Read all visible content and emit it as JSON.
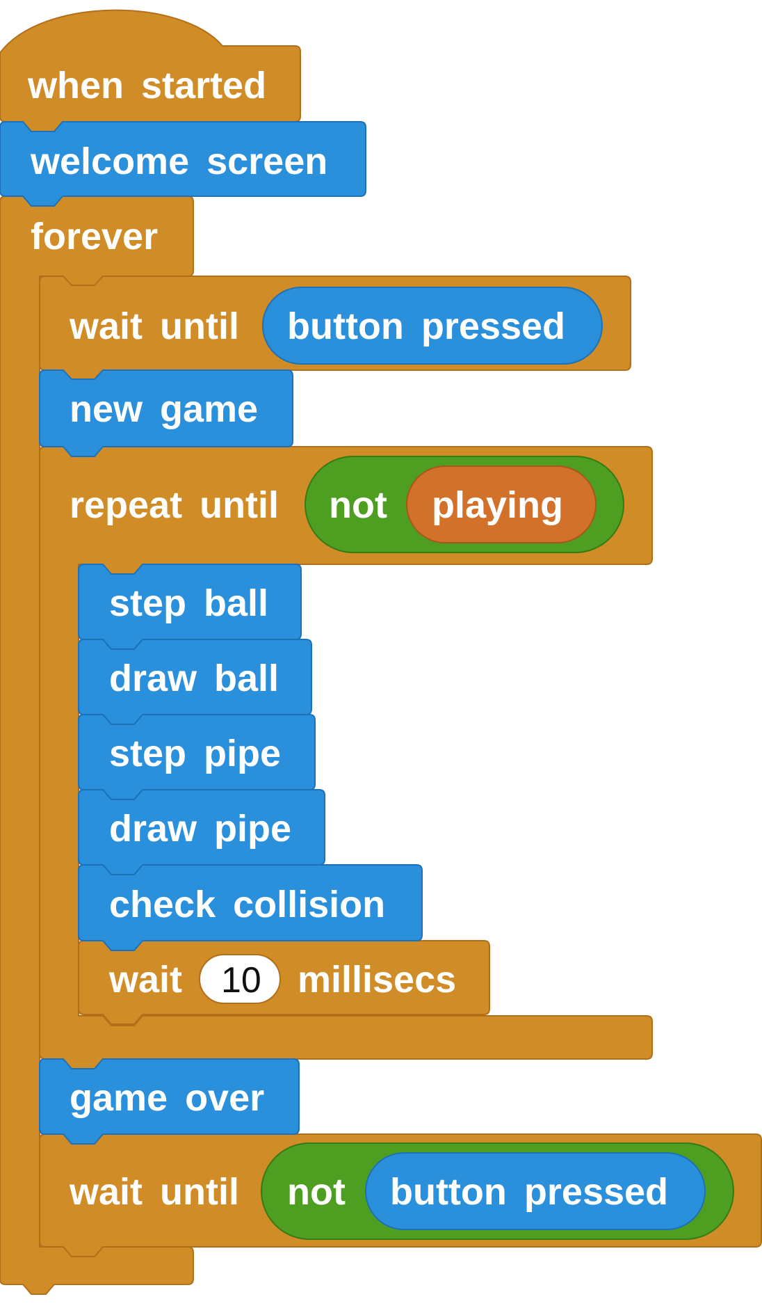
{
  "colors": {
    "control": "#D08C26",
    "command": "#2B90DB",
    "operator": "#4E9E22",
    "variable": "#D27129",
    "slot": "#FFFFFF",
    "stroke_control": "#B26F19",
    "stroke_command": "#1C71B8",
    "stroke_operator": "#377A12",
    "stroke_variable": "#A9561C"
  },
  "script": {
    "hat_label": "when started",
    "welcome_label": "welcome screen",
    "forever_label": "forever",
    "wait_until_1": {
      "keyword": "wait until",
      "reporter": "button pressed"
    },
    "new_game_label": "new game",
    "repeat_until": {
      "keyword": "repeat until",
      "not_label": "not",
      "variable": "playing"
    },
    "loop_body": {
      "step_ball": "step ball",
      "draw_ball": "draw ball",
      "step_pipe": "step pipe",
      "draw_pipe": "draw pipe",
      "check_collision": "check collision",
      "wait_ms": {
        "keyword": "wait",
        "value": "10",
        "unit": "millisecs"
      }
    },
    "game_over_label": "game over",
    "wait_until_2": {
      "keyword": "wait until",
      "not_label": "not",
      "reporter": "button pressed"
    }
  }
}
